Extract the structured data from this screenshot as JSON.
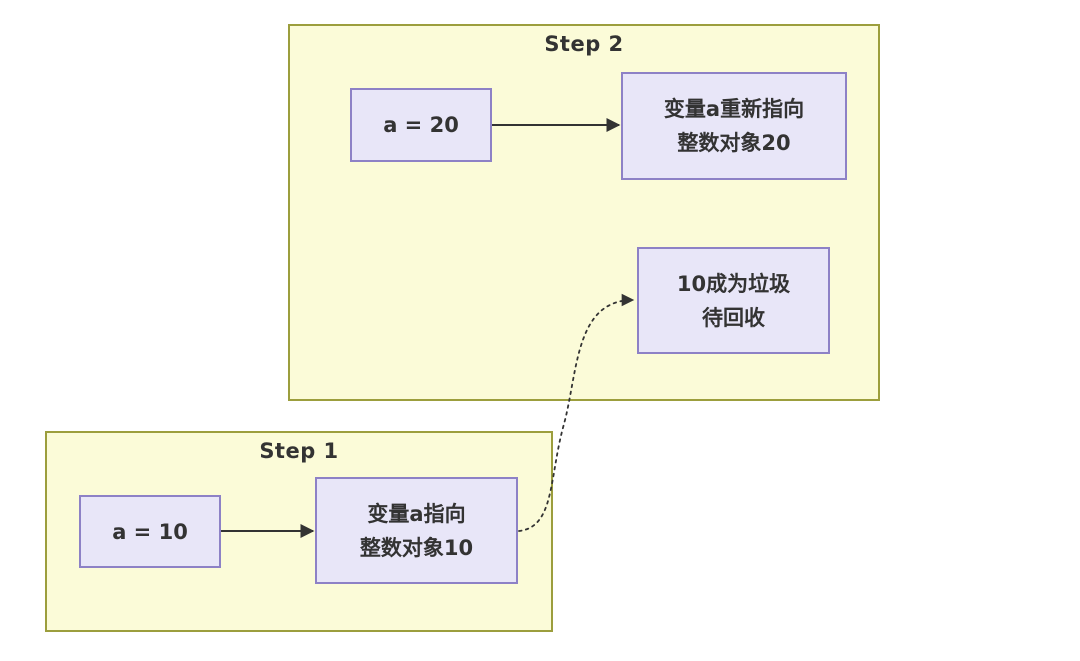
{
  "step2": {
    "title": "Step 2",
    "var_box": "a = 20",
    "pointer_line1": "变量a重新指向",
    "pointer_line2": "整数对象20",
    "garbage_line1": "10成为垃圾",
    "garbage_line2": "待回收"
  },
  "step1": {
    "title": "Step 1",
    "var_box": "a = 10",
    "pointer_line1": "变量a指向",
    "pointer_line2": "整数对象10"
  },
  "colors": {
    "background": "#ffffff",
    "group_fill": "#fbfbd8",
    "group_border": "#9c9e3d",
    "node_fill": "#e8e6f8",
    "node_border": "#8d81c6",
    "arrow": "#333333",
    "text": "#333333"
  }
}
